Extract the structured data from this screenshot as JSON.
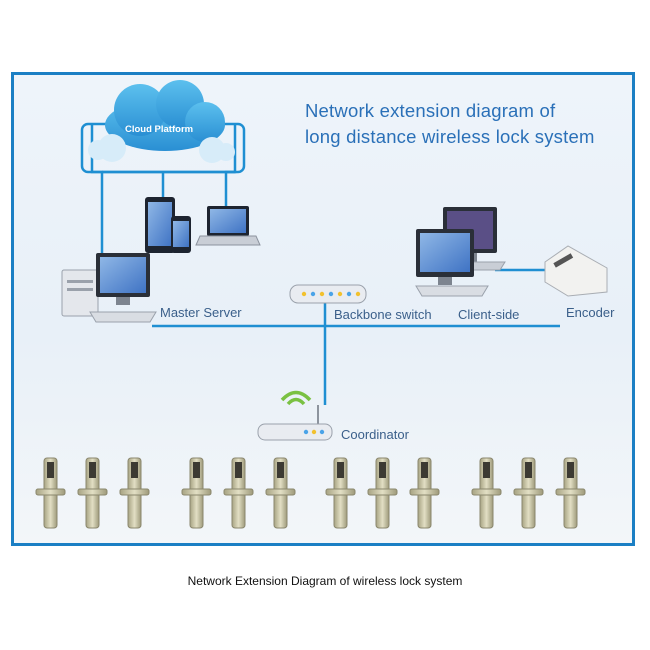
{
  "diagram": {
    "title_line1": "Network extension diagram of",
    "title_line2": "long distance wireless lock system",
    "nodes": {
      "cloud": "Cloud Platform",
      "master_server": "Master Server",
      "backbone_switch": "Backbone switch",
      "client_side": "Client-side",
      "encoder": "Encoder",
      "coordinator": "Coordinator"
    },
    "lock_groups": [
      3,
      3,
      3,
      3
    ]
  },
  "caption": "Network Extension Diagram of wireless lock system",
  "colors": {
    "frame": "#1b7fc4",
    "line": "#1f8fd2",
    "title": "#2a70b8"
  }
}
